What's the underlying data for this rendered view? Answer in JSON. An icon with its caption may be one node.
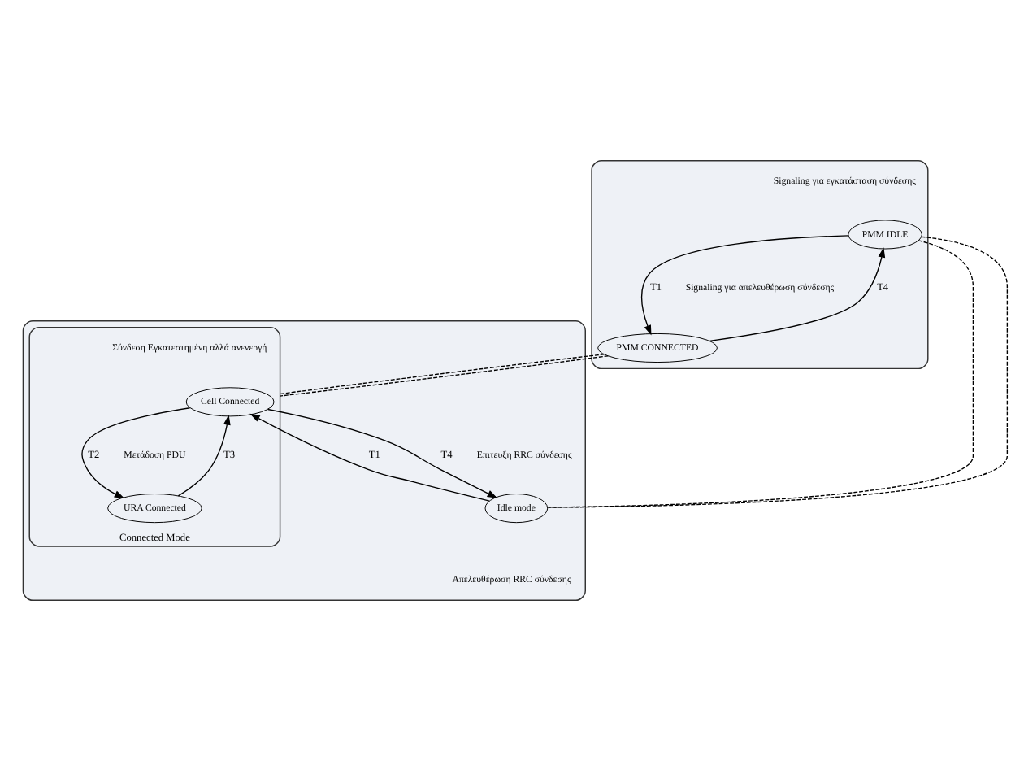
{
  "diagram": {
    "nodes": [
      {
        "text": [],
        "shape": "box"
      },
      {
        "text": [
          "PMM IDLE"
        ],
        "in": 0
      },
      {
        "text": [
          "PMM CONNECTED"
        ],
        "in": 0
      },
      {
        "text": [],
        "shape": "box"
      },
      {
        "text": [
          "Idle mode"
        ],
        "in": 3
      },
      {
        "text": [
          "Connected Mode"
        ],
        "in": 3
      },
      {
        "text": [
          "Cell Connected"
        ],
        "in": 5
      },
      {
        "text": [
          "URA Connected"
        ],
        "in": 5
      }
    ],
    "edges": [
      {
        "from": 1,
        "to": 2,
        "arrow": "to",
        "label": "T1"
      },
      {
        "from": 2,
        "to": 1,
        "arrow": "to",
        "label": "T4"
      },
      {
        "from": 1,
        "to": 4,
        "arrow": "none",
        "style": "dashed"
      },
      {
        "from": 1,
        "to": 4,
        "arrow": "none",
        "style": "dashed"
      },
      {
        "from": 2,
        "to": 5,
        "arrow": "none",
        "style": "dashed"
      },
      {
        "from": 2,
        "to": 5,
        "arrow": "none",
        "style": "dashed"
      },
      {
        "from": 4,
        "to": 6,
        "arrow": "to",
        "label": "T1"
      },
      {
        "from": 6,
        "to": 7,
        "arrow": "to",
        "label": "T2"
      },
      {
        "from": 7,
        "to": 6,
        "arrow": "to",
        "label": "T3"
      },
      {
        "from": 6,
        "to": 4,
        "arrow": "to",
        "label": "T4"
      }
    ],
    "labels": [
      "Signaling για εγκατάσταση σύνδεσης",
      "Signaling για απελευθέρωση σύνδεσης",
      "Επιτευξη RRC σύνδεσης",
      "Σύνδεση Εγκατεστημένη αλλά ανενεργή",
      "Απελευθέρωση RRC σύνδεσης",
      "Μετάδοση PDU"
    ]
  }
}
